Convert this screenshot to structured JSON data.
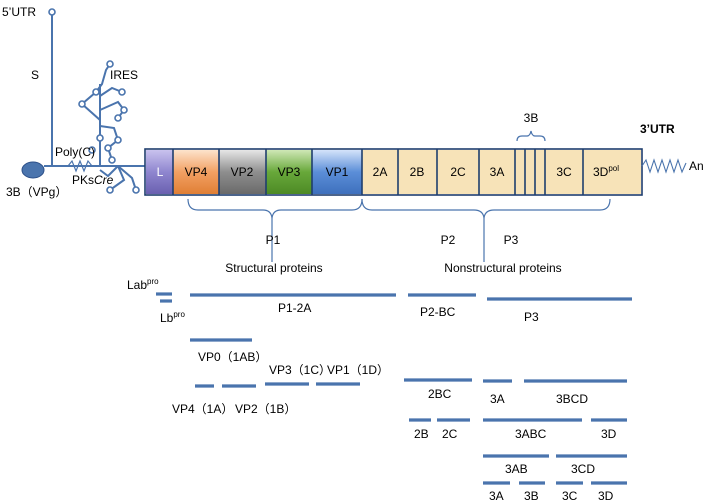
{
  "colors": {
    "line": "#4a74ad",
    "segment_border": "#1f3e6e",
    "product_bar": "#4a74ad",
    "L": "#8f86cf",
    "VP4": "#f2a063",
    "VP2": "#8e8e8e",
    "VP3": "#68a83a",
    "VP1": "#5b8ed8",
    "nonstructural": "#f7e3b8"
  },
  "rna": {
    "utr5": "5’UTR",
    "s": "S",
    "ires": "IRES",
    "polyc": "Poly(C)",
    "pks": "PKs",
    "cre": "Cre",
    "vpg": "3B（VPg）",
    "utr3": "3’UTR",
    "an": "An"
  },
  "genome": {
    "segments": [
      {
        "id": "L",
        "label": "L"
      },
      {
        "id": "VP4",
        "label": "VP4"
      },
      {
        "id": "VP2",
        "label": "VP2"
      },
      {
        "id": "VP3",
        "label": "VP3"
      },
      {
        "id": "VP1",
        "label": "VP1"
      },
      {
        "id": "2A",
        "label": "2A"
      },
      {
        "id": "2B",
        "label": "2B"
      },
      {
        "id": "2C",
        "label": "2C"
      },
      {
        "id": "3A",
        "label": "3A"
      },
      {
        "id": "3B1",
        "label": ""
      },
      {
        "id": "3B2",
        "label": ""
      },
      {
        "id": "3B3",
        "label": ""
      },
      {
        "id": "3C",
        "label": "3C"
      },
      {
        "id": "3D",
        "label": "3D",
        "sup": "pol"
      }
    ],
    "label_3b": "3B"
  },
  "regions": {
    "p1": "P1",
    "p2": "P2",
    "p3": "P3",
    "structural": "Structural proteins",
    "nonstructural": "Nonstructural proteins"
  },
  "products": {
    "labpro": "Lab",
    "labpro_sup": "pro",
    "lbpro": "Lb",
    "lbpro_sup": "pro",
    "p1_2a": "P1-2A",
    "p2_bc": "P2-BC",
    "p3": "P3",
    "vp0": "VP0（1AB）",
    "vp3": "VP3（1C）",
    "vp1": "VP1（1D）",
    "vp4": "VP4（1A）",
    "vp2": "VP2（1B）",
    "p2bc": "2BC",
    "p3a": "3A",
    "p3bcd": "3BCD",
    "p2b": "2B",
    "p2c": "2C",
    "p3abc": "3ABC",
    "p3d": "3D",
    "p3ab": "3AB",
    "p3cd": "3CD",
    "f3a": "3A",
    "f3b": "3B",
    "f3c": "3C",
    "f3d": "3D"
  }
}
